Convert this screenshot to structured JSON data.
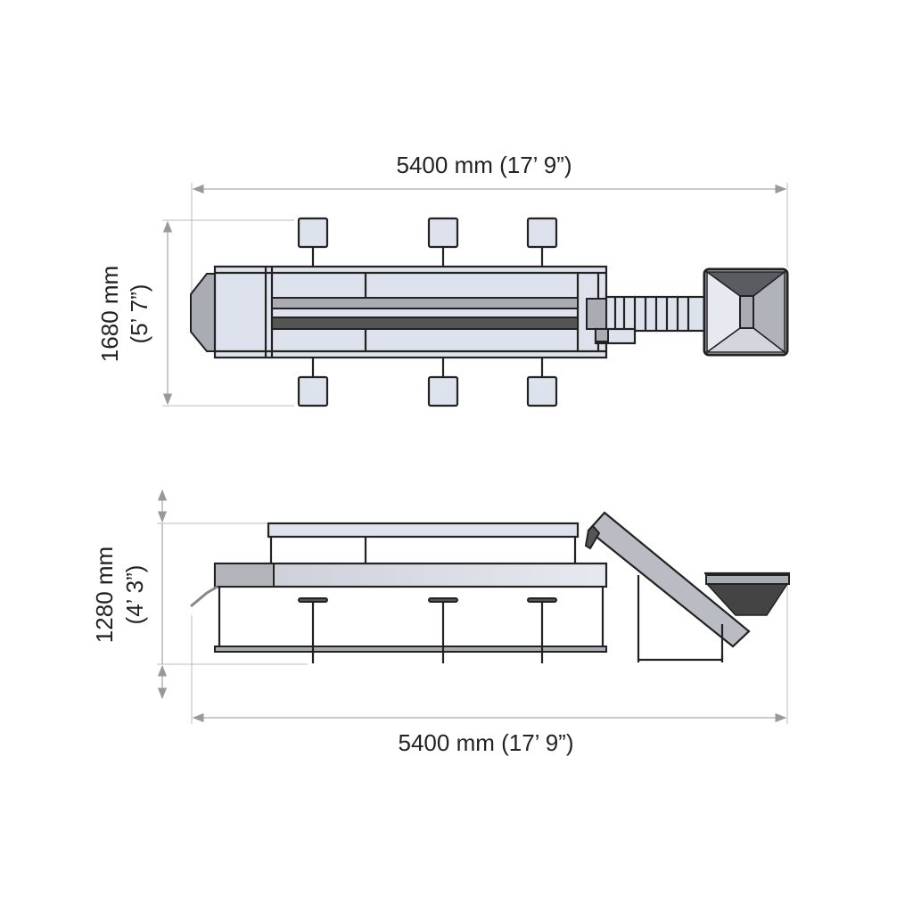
{
  "top_view": {
    "length_label": "5400 mm (17’ 9”)",
    "width_label_metric": "1680 mm",
    "width_label_imperial": "(5’ 7”)"
  },
  "side_view": {
    "height_label_metric": "1280 mm",
    "height_label_imperial": "(4’ 3”)",
    "length_label": "5400 mm (17’ 9”)"
  }
}
